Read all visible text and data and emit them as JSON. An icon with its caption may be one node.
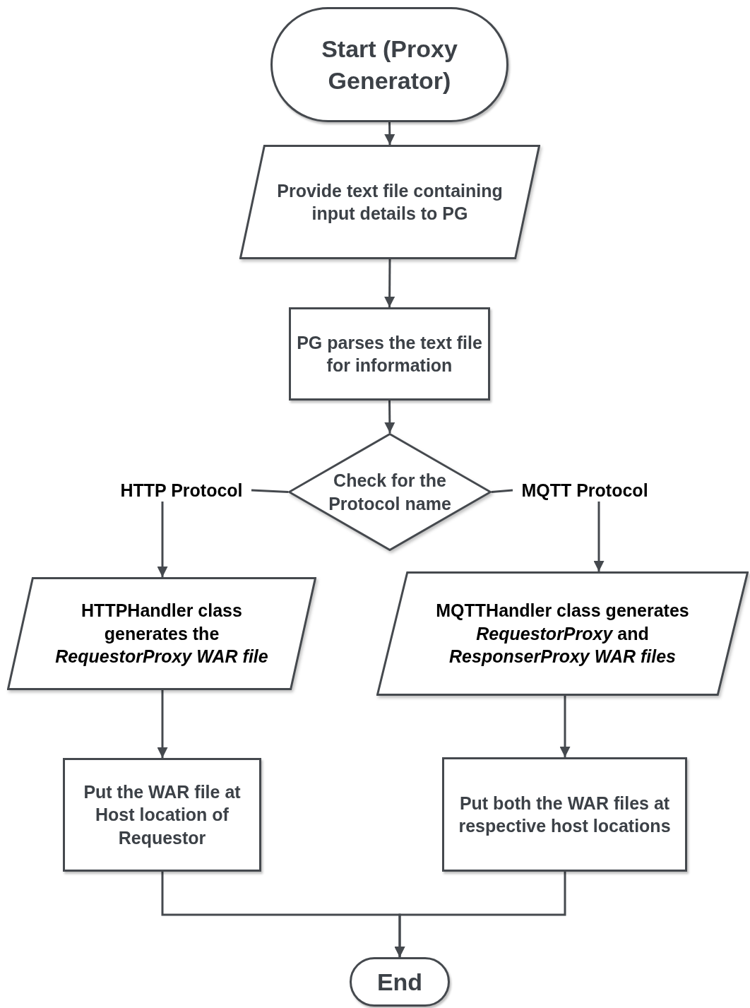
{
  "diagram": {
    "nodes": [
      {
        "text": [
          "Start (Proxy Generator)"
        ]
      },
      {
        "text": [
          "Provide text file containing input details to PG"
        ]
      },
      {
        "text": [
          "PG parses the text file for information"
        ]
      },
      {
        "text": [
          "Check for the Protocol name"
        ]
      },
      {
        "text": [
          "HTTP Protocol"
        ]
      },
      {
        "text": [
          "MQTT Protocol"
        ]
      },
      {
        "text": [
          "HTTPHandler class generates the *RequestorProxy WAR file*"
        ]
      },
      {
        "text": [
          "MQTTHandler class generates *RequestorProxy* and *ResponserProxy WAR files*"
        ]
      },
      {
        "text": [
          "Put the WAR file at Host location of Requestor"
        ]
      },
      {
        "text": [
          "Put both the WAR files at respective host locations"
        ]
      },
      {
        "text": [
          "End"
        ]
      }
    ],
    "edges": [
      {
        "from": 0,
        "to": 1,
        "arrow": "to"
      },
      {
        "from": 1,
        "to": 2,
        "arrow": "to"
      },
      {
        "from": 2,
        "to": 3,
        "arrow": "to"
      },
      {
        "from": 3,
        "to": 4,
        "arrow": "none"
      },
      {
        "from": 3,
        "to": 5,
        "arrow": "none"
      },
      {
        "from": 4,
        "to": 6,
        "arrow": "to"
      },
      {
        "from": 5,
        "to": 7,
        "arrow": "to"
      },
      {
        "from": 6,
        "to": 8,
        "arrow": "to"
      },
      {
        "from": 7,
        "to": 9,
        "arrow": "to"
      },
      {
        "from": 8,
        "to": 10,
        "arrow": "to"
      },
      {
        "from": 9,
        "to": 10,
        "arrow": "to"
      }
    ]
  }
}
